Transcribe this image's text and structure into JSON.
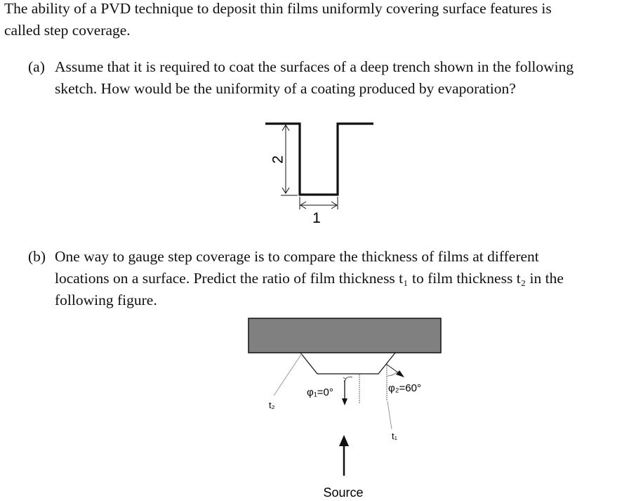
{
  "intro": {
    "line1": "The ability of a PVD technique to deposit thin films uniformly covering surface features is",
    "line2": "called step coverage."
  },
  "part_a": {
    "label": "(a)",
    "line1": "Assume that it is required to coat the surfaces of a deep trench shown in the following",
    "line2": "sketch. How would be the uniformity of a coating produced by evaporation?"
  },
  "part_b": {
    "label": "(b)",
    "line1": "One way to gauge step coverage is to compare the thickness of films at different",
    "line2": "locations on a surface. Predict the ratio of film thickness t₁ to film thickness t₂ in the",
    "line3": "following figure."
  },
  "trench_figure": {
    "depth_label": "2",
    "width_label": "1"
  },
  "substrate_figure": {
    "angle1_label": "φ₁=0°",
    "angle2_label": "φ₂=60°",
    "t1_label": "t₁",
    "t2_label": "t₂",
    "source_label": "Source",
    "substrate_fill": "#808080"
  }
}
